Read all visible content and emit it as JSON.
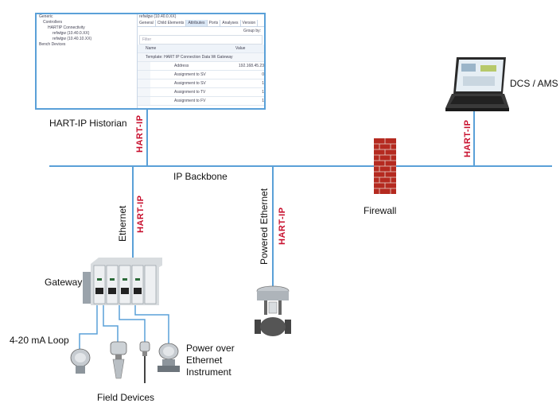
{
  "labels": {
    "historian": "HART-IP Historian",
    "backbone": "IP Backbone",
    "firewall": "Firewall",
    "dcs": "DCS / AMS",
    "gateway": "Gateway",
    "ethernet": "Ethernet",
    "powered_ethernet": "Powered Ethernet",
    "loop": "4-20 mA Loop",
    "poe_line1": "Power over",
    "poe_line2": "Ethernet",
    "poe_line3": "Instrument",
    "field_devices": "Field Devices",
    "hartip_logo": "HART-IP"
  },
  "historian_window": {
    "tree": [
      "Generic",
      "Controllers",
      "HARTIP Connectivity",
      "refwlgw (10.40.0.XX)",
      "refwlgw (10.40.10.XX)",
      "Bench Devices"
    ],
    "title": "refwlgw (10.40.0.XX)",
    "tabs": [
      "General",
      "Child Elements",
      "Attributes",
      "Ports",
      "Analyses",
      "Version"
    ],
    "group_label": "Group by:",
    "filter_placeholder": "Filter",
    "col_name": "Name",
    "col_value": "Value",
    "template_row": "Template: HART IP Connection Data Wi Gateway",
    "rows": [
      {
        "name": "Address",
        "value": "192.168.45.23"
      },
      {
        "name": "Assignment to SV",
        "value": "0"
      },
      {
        "name": "Assignment to SV",
        "value": "1"
      },
      {
        "name": "Assignment to TV",
        "value": "1"
      },
      {
        "name": "Assignment to FV",
        "value": "1"
      }
    ]
  },
  "colors": {
    "line": "#5aa0d8",
    "brick": "#b52a20",
    "hartip_red": "#c8102e"
  }
}
